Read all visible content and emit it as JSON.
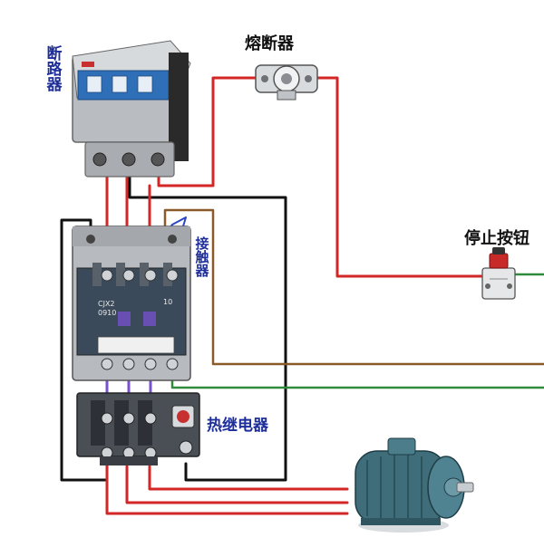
{
  "labels": {
    "breaker": "断路器",
    "fuse": "熔断器",
    "stop_button": "停止按钮",
    "contactor": "接触器",
    "thermal_relay": "热继电器"
  },
  "device_marks": {
    "contactor_model": "CJX2",
    "contactor_code": "0910",
    "contactor_badge": "10"
  },
  "colors": {
    "wire_red": "#d32626",
    "wire_black": "#111111",
    "wire_brown": "#8a5a2b",
    "wire_green": "#2e8b3a",
    "wire_purple": "#7a4fd0",
    "wire_blue": "#2b45c8",
    "device_body": "#b9bdc2",
    "breaker_face": "#2f6fb8",
    "contactor_face": "#3b4a5a",
    "motor_body": "#3f6d7a",
    "label_blue": "#1f2f9a"
  },
  "icons": [
    "breaker-icon",
    "fuse-icon",
    "stop-button-icon",
    "contactor-icon",
    "thermal-relay-icon",
    "motor-icon"
  ]
}
